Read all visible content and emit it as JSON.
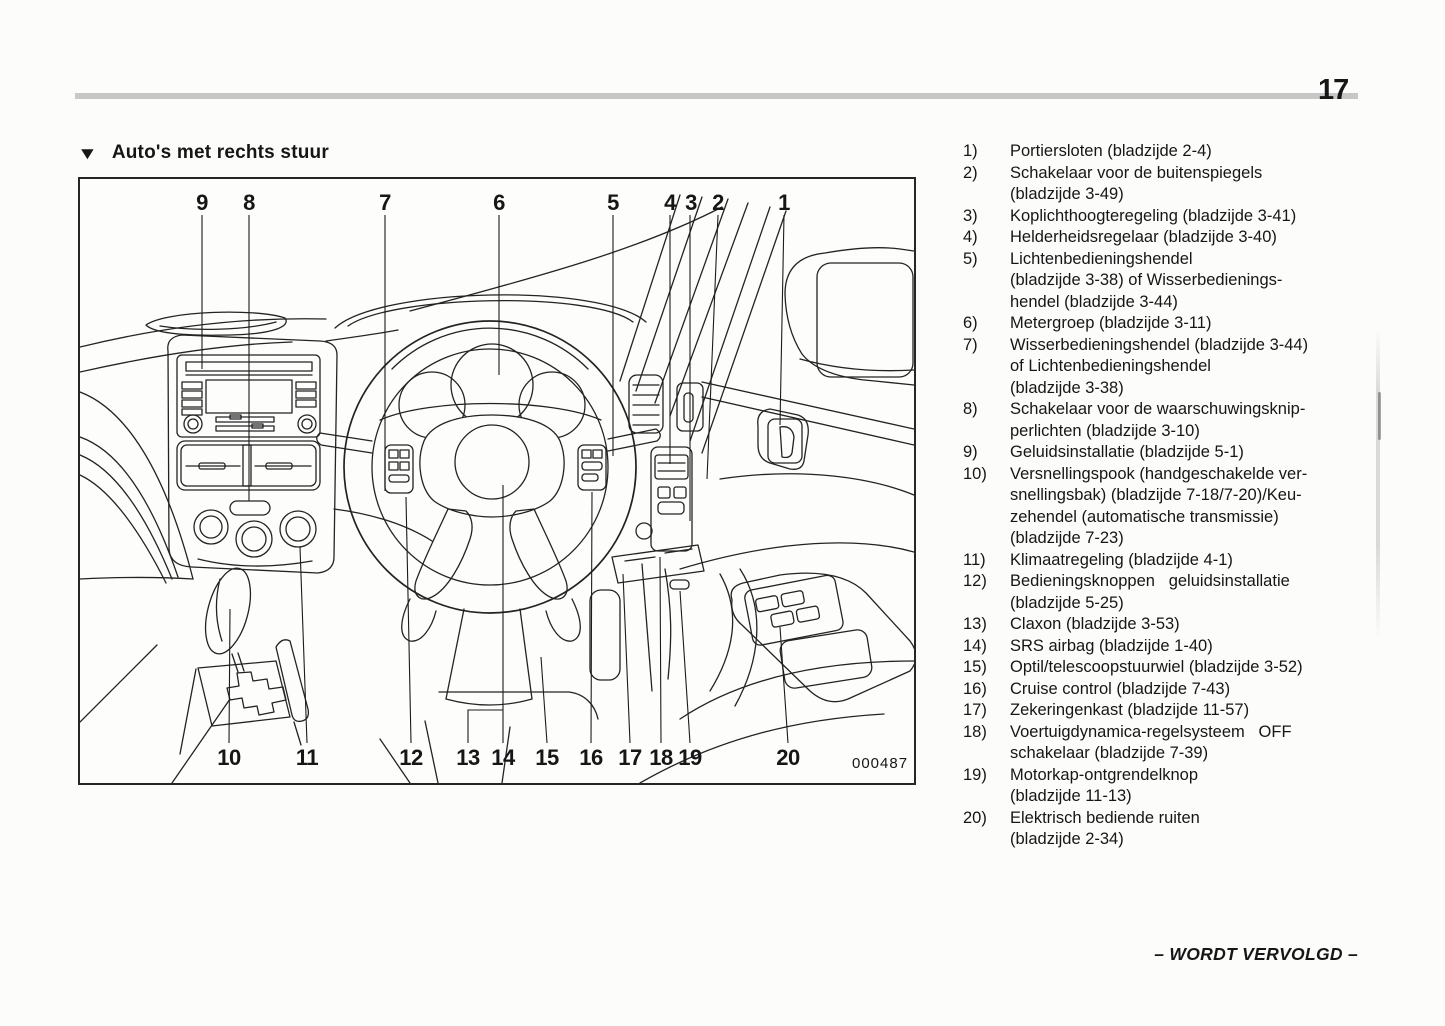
{
  "page": {
    "number": "17",
    "footer": "– WORDT VERVOLGD –"
  },
  "heading": {
    "marker": "▼",
    "text": "Auto's met rechts stuur"
  },
  "diagram": {
    "code": "000487",
    "top": [
      "9",
      "8",
      "7",
      "6",
      "5",
      "4",
      "3",
      "2",
      "1"
    ],
    "bottom": [
      "10",
      "11",
      "12",
      "13",
      "14",
      "15",
      "16",
      "17",
      "18",
      "19",
      "20"
    ]
  },
  "legend": {
    "items": [
      {
        "num": "1)",
        "text": "Portiersloten (bladzijde 2-4)"
      },
      {
        "num": "2)",
        "text": "Schakelaar voor de buitenspiegels\n(bladzijde 3-49)"
      },
      {
        "num": "3)",
        "text": "Koplichthoogteregeling (bladzijde 3-41)"
      },
      {
        "num": "4)",
        "text": "Helderheidsregelaar (bladzijde 3-40)"
      },
      {
        "num": "5)",
        "text": "Lichtenbedieningshendel\n(bladzijde 3-38) of Wisserbedienings-\nhendel (bladzijde 3-44)"
      },
      {
        "num": "6)",
        "text": "Metergroep (bladzijde 3-11)"
      },
      {
        "num": "7)",
        "text": "Wisserbedieningshendel (bladzijde 3-44)\nof Lichtenbedieningshendel\n(bladzijde 3-38)"
      },
      {
        "num": "8)",
        "text": "Schakelaar voor de waarschuwingsknip-\nperlichten (bladzijde 3-10)"
      },
      {
        "num": "9)",
        "text": "Geluidsinstallatie (bladzijde 5-1)"
      },
      {
        "num": "10)",
        "text": "Versnellingspook (handgeschakelde ver-\nsnellingsbak) (bladzijde 7-18/7-20)/Keu-\nzehendel (automatische transmissie)\n(bladzijde 7-23)"
      },
      {
        "num": "11)",
        "text": "Klimaatregeling (bladzijde 4-1)"
      },
      {
        "num": "12)",
        "text": "Bedieningsknoppen   geluidsinstallatie\n(bladzijde 5-25)"
      },
      {
        "num": "13)",
        "text": "Claxon (bladzijde 3-53)"
      },
      {
        "num": "14)",
        "text": "SRS airbag (bladzijde 1-40)"
      },
      {
        "num": "15)",
        "text": "Optil/telescoopstuurwiel (bladzijde 3-52)"
      },
      {
        "num": "16)",
        "text": "Cruise control (bladzijde 7-43)"
      },
      {
        "num": "17)",
        "text": "Zekeringenkast (bladzijde 11-57)"
      },
      {
        "num": "18)",
        "text": "Voertuigdynamica-regelsysteem   OFF\nschakelaar (bladzijde 7-39)"
      },
      {
        "num": "19)",
        "text": "Motorkap-ontgrendelknop\n(bladzijde 11-13)"
      },
      {
        "num": "20)",
        "text": "Elektrisch bediende ruiten\n(bladzijde 2-34)"
      }
    ]
  }
}
